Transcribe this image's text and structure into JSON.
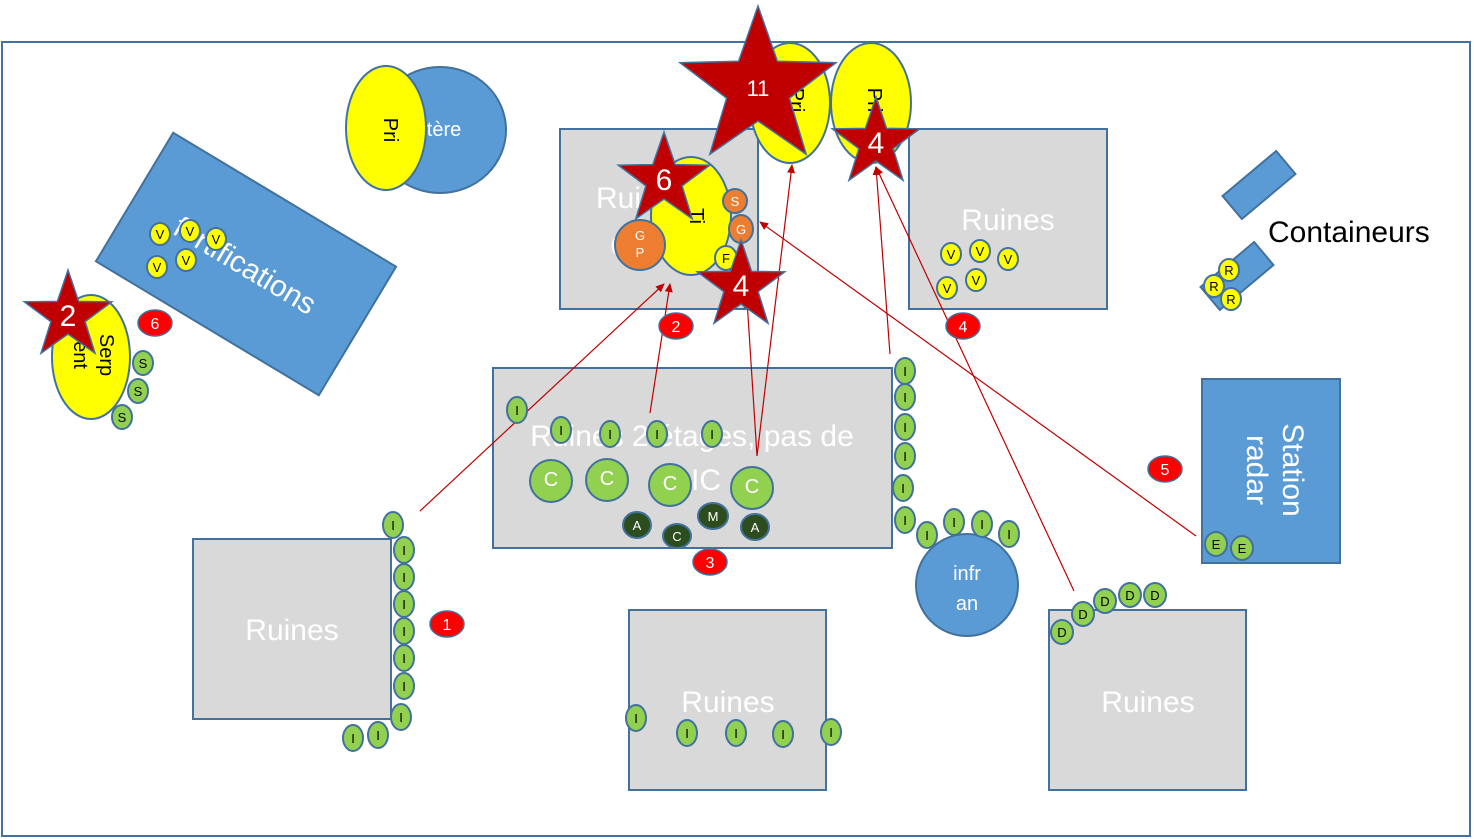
{
  "map": {
    "frame_color": "#41719C",
    "ruins_fill": "#D9D9D9",
    "ruins_stroke": "#41719C",
    "blue_fill": "#5B9BD5",
    "yellow_fill": "#FFFF00",
    "green_fill": "#92D050",
    "dark_green_fill": "#2E4D1F",
    "orange_fill": "#ED7D31",
    "red_fill": "#FF0000",
    "star_fill": "#C00000",
    "arrow_color": "#C00000"
  },
  "labels": {
    "ruins": "Ruines",
    "ruins_partial": "Rui",
    "ruins_partial_2": "C",
    "ruins_center": "Ruines 2 étages, pas de",
    "ruins_center_2": "IC",
    "fortifications": "fortifications",
    "cemetery": "tère",
    "containers": "Containeurs",
    "radar_1": "Station",
    "radar_2": "radar",
    "infran_1": "infr",
    "infran_2": "an",
    "pri": "Pri",
    "ti": "Ti",
    "serpent_1": "Serp",
    "serpent_2": "ent"
  },
  "tokens": {
    "I": "I",
    "V": "V",
    "S": "S",
    "C": "C",
    "A": "A",
    "M": "M",
    "D": "D",
    "E": "E",
    "R": "R",
    "F": "F",
    "G": "G",
    "GP": "G\nP"
  },
  "badges": [
    "1",
    "2",
    "3",
    "4",
    "5",
    "6"
  ],
  "stars": [
    "11",
    "6",
    "4",
    "4",
    "2"
  ]
}
